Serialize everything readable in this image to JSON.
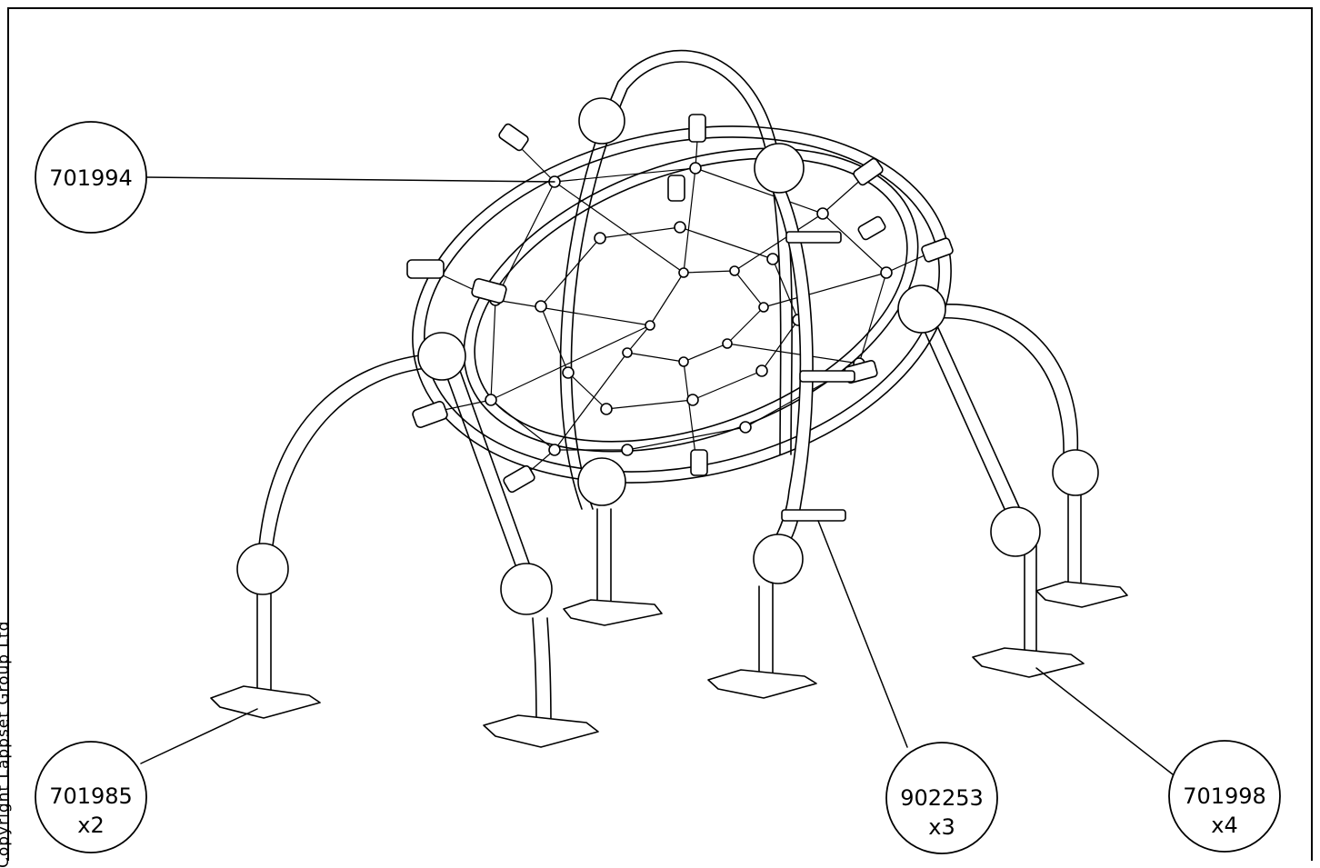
{
  "copyright": "Copyright Lappset Group Ltd",
  "callouts": [
    {
      "id": "c1",
      "code": "701994",
      "qty": ""
    },
    {
      "id": "c2",
      "code": "701985",
      "qty": "x2"
    },
    {
      "id": "c3",
      "code": "902253",
      "qty": "x3"
    },
    {
      "id": "c4",
      "code": "701998",
      "qty": "x4"
    }
  ]
}
